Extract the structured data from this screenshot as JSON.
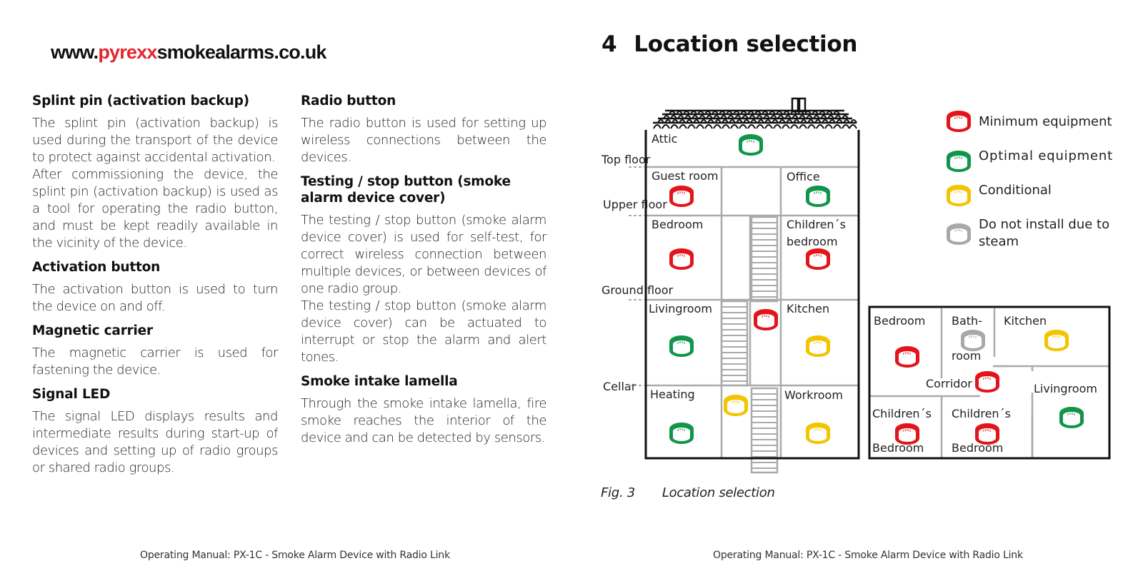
{
  "website": {
    "prefix": "www.",
    "brand": "pyrexx",
    "suffix": "smokealarms.co.uk"
  },
  "left_column": [
    {
      "heading": "Splint pin (activation backup)",
      "paragraphs": [
        "The splint pin (activation backup) is used during the transport of the device to protect against accidental activation.",
        "After commissioning the device, the splint pin (activation backup) is used as a tool for operating the radio button, and must be kept readily available in the vicinity of the device."
      ]
    },
    {
      "heading": "Activation button",
      "paragraphs": [
        "The activation button is used to turn the device on and off."
      ]
    },
    {
      "heading": "Magnetic carrier",
      "paragraphs": [
        "The magnetic carrier is used for fastening the device."
      ]
    },
    {
      "heading": "Signal LED",
      "paragraphs": [
        "The signal LED displays results and intermediate results during start-up of devices and setting up of radio groups or shared radio groups."
      ]
    }
  ],
  "mid_column": [
    {
      "heading": "Radio button",
      "paragraphs": [
        "The radio button is used for setting up wireless connections between the devices."
      ]
    },
    {
      "heading": "Testing / stop button (smoke alarm device cover)",
      "paragraphs": [
        "The testing / stop button (smoke alarm device cover) is used for self-test, for correct wireless connection between multiple devices, or between devices of one radio group.",
        "The testing / stop button (smoke alarm device cover) can be actuated to interrupt or stop the alarm and alert tones."
      ]
    },
    {
      "heading": "Smoke intake lamella",
      "paragraphs": [
        "Through the smoke intake lamella, fire smoke reaches the interior of the device and can be detected by sensors."
      ]
    }
  ],
  "section": {
    "number": "4",
    "title": "Location selection"
  },
  "legend": [
    {
      "label": "Minimum equipment",
      "color": "#e3151b"
    },
    {
      "label": "Optimal equipment",
      "color": "#11954a"
    },
    {
      "label": "Conditional",
      "color": "#f2c500"
    },
    {
      "label": "Do not install due to steam",
      "color": "#a8a8a8"
    }
  ],
  "house": {
    "floor_labels": [
      "Top floor",
      "Upper floor",
      "Ground floor",
      "Cellar"
    ],
    "rooms": [
      "Attic",
      "Guest room",
      "Office",
      "Bedroom",
      "Children´s bedroom",
      "Livingroom",
      "Kitchen",
      "Heating",
      "Workroom"
    ]
  },
  "apartment": {
    "rooms": [
      "Bedroom",
      "Bath-room",
      "Kitchen",
      "Corridor",
      "Livingroom",
      "Children´s Bedroom",
      "Children´s Bedroom"
    ]
  },
  "figure_caption": {
    "number": "Fig. 3",
    "text": "Location selection"
  },
  "footer": {
    "left": "Operating Manual: PX-1C - Smoke Alarm Device with Radio Link",
    "right": "Operating Manual: PX-1C - Smoke Alarm Device with Radio Link"
  }
}
